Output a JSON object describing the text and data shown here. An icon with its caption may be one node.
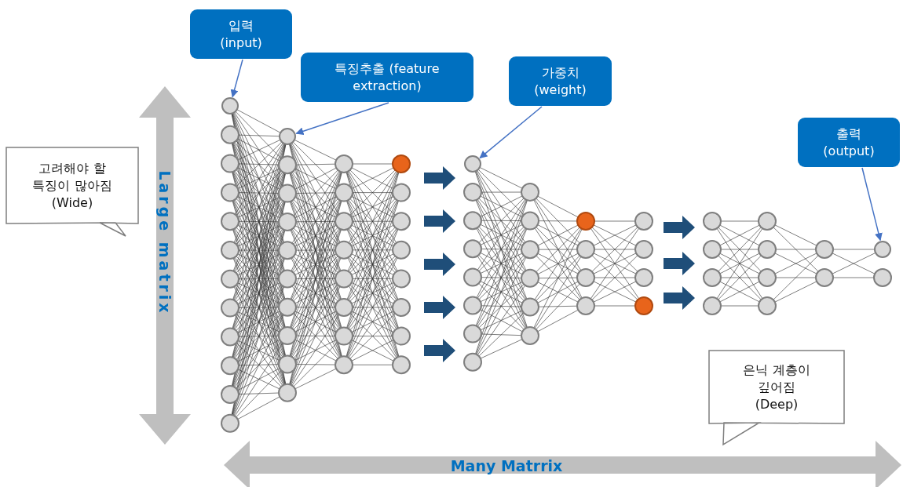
{
  "diagram": {
    "nodes": [
      {
        "text": [
          "입력 (input)"
        ]
      },
      {
        "text": [
          "특징추출 (feature extraction)"
        ]
      },
      {
        "text": [
          "가중치 (weight)"
        ]
      },
      {
        "text": [
          "출력 (output)"
        ]
      },
      {
        "text": [
          "고려해야 할 특징이 많아짐 (Wide)"
        ]
      },
      {
        "text": [
          "은닉 계층이 깊어짐 (Deep)"
        ]
      },
      {
        "text": [],
        "shape": "circle"
      },
      {
        "text": [],
        "shape": "circle"
      },
      {
        "text": [],
        "shape": "circle"
      },
      {
        "text": [],
        "shape": "circle"
      }
    ],
    "edges": [
      {
        "from": 0,
        "to": 6,
        "arrow": "to"
      },
      {
        "from": 1,
        "to": 7,
        "arrow": "to"
      },
      {
        "from": 2,
        "to": 8,
        "arrow": "to"
      },
      {
        "from": 3,
        "to": 9,
        "arrow": "to"
      }
    ],
    "labels": [
      "Large matrix",
      "Many Matrrix"
    ]
  }
}
